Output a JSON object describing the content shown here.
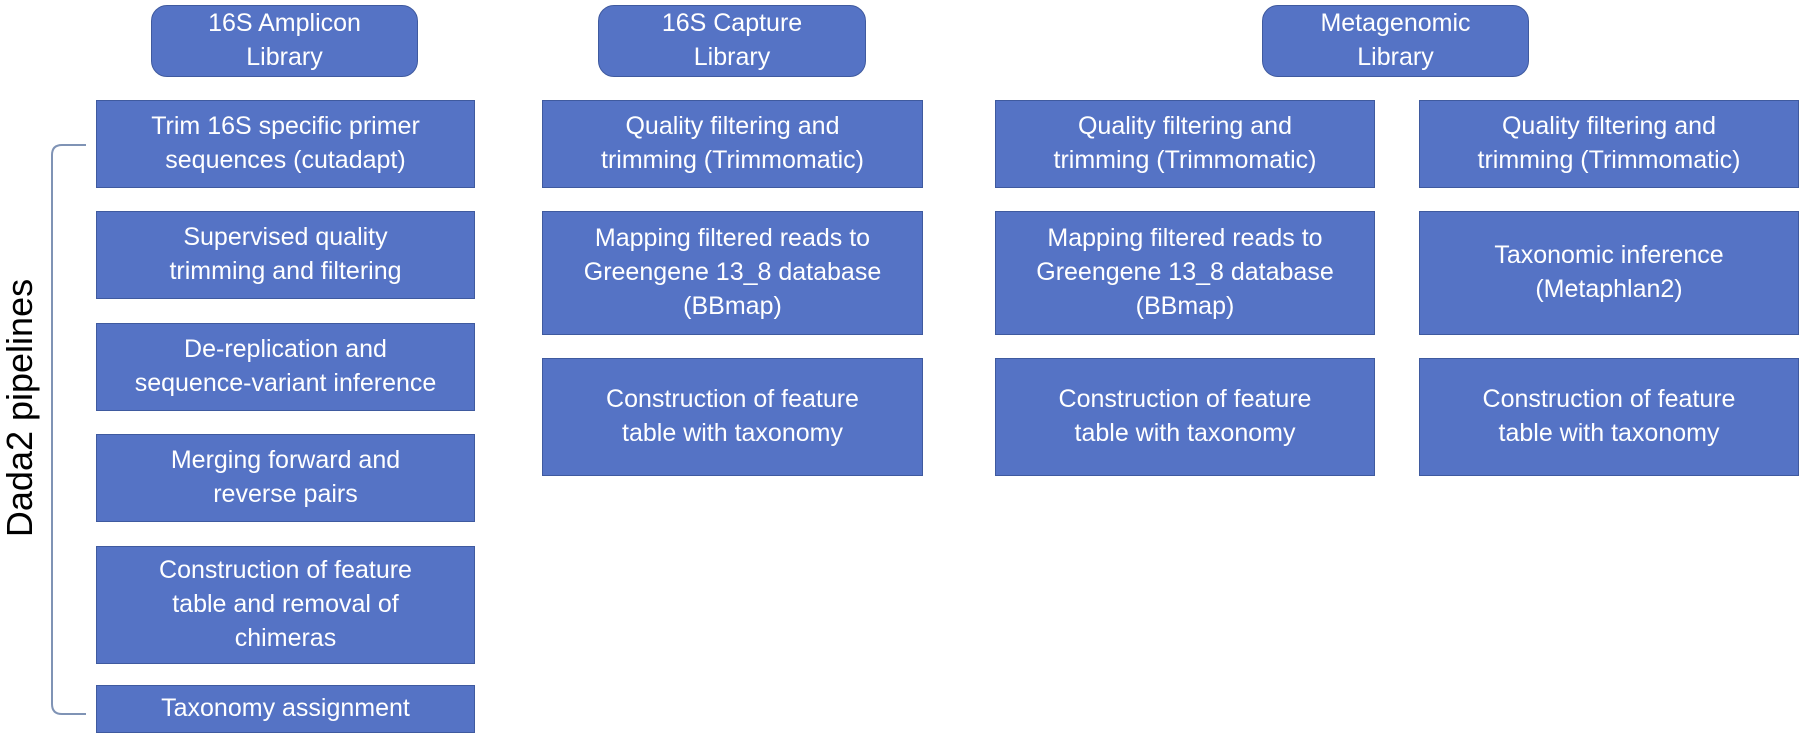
{
  "side_label": "Dada2 pipelines",
  "colors": {
    "box_fill": "#5573c5",
    "box_border": "#3f5a9f",
    "text": "#ffffff",
    "bracket": "#7f93b5"
  },
  "headers": [
    {
      "text": "16S Amplicon\nLibrary"
    },
    {
      "text": "16S Capture\nLibrary"
    },
    {
      "text": "Metagenomic\nLibrary"
    }
  ],
  "columns": [
    [
      "Trim 16S specific primer\nsequences (cutadapt)",
      "Supervised quality\ntrimming and filtering",
      "De-replication and\nsequence-variant inference",
      "Merging forward and\nreverse pairs",
      "Construction of feature\ntable and removal of\nchimeras",
      "Taxonomy assignment"
    ],
    [
      "Quality filtering and\ntrimming (Trimmomatic)",
      "Mapping filtered reads to\nGreengene 13_8 database\n(BBmap)",
      "Construction of feature\ntable with taxonomy"
    ],
    [
      "Quality filtering and\ntrimming (Trimmomatic)",
      "Mapping filtered reads to\nGreengene 13_8 database\n(BBmap)",
      "Construction of feature\ntable with taxonomy"
    ],
    [
      "Quality filtering and\ntrimming (Trimmomatic)",
      "Taxonomic inference\n(Metaphlan2)",
      "Construction of feature\ntable with taxonomy"
    ]
  ]
}
